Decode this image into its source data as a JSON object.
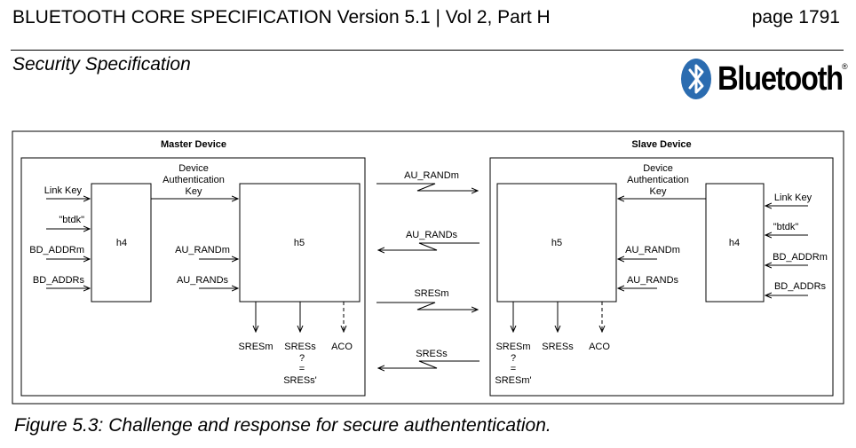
{
  "header": {
    "title": "BLUETOOTH CORE SPECIFICATION Version 5.1 | Vol 2, Part H",
    "page": "page 1791"
  },
  "section": "Security Specification",
  "logo": {
    "text": "Bluetooth",
    "reg": "®"
  },
  "figure": {
    "caption": "Figure 5.3:  Challenge and response for secure authententication.",
    "master": {
      "title": "Master Device",
      "inputs": [
        "Link Key",
        "\"btdk\"",
        "BD_ADDRm",
        "BD_ADDRs"
      ],
      "h4": "h4",
      "dak": [
        "Device",
        "Authentication",
        "Key"
      ],
      "h5": "h5",
      "h5_inputs": [
        "AU_RANDm",
        "AU_RANDs"
      ],
      "outputs": [
        "SRESm",
        "SRESs",
        "ACO"
      ],
      "compare": [
        "?",
        "=",
        "SRESs'"
      ]
    },
    "slave": {
      "title": "Slave Device",
      "inputs": [
        "Link Key",
        "\"btdk\"",
        "BD_ADDRm",
        "BD_ADDRs"
      ],
      "h4": "h4",
      "dak": [
        "Device",
        "Authentication",
        "Key"
      ],
      "h5": "h5",
      "h5_inputs": [
        "AU_RANDm",
        "AU_RANDs"
      ],
      "outputs": [
        "SRESm",
        "SRESs",
        "ACO"
      ],
      "compare": [
        "?",
        "=",
        "SRESm'"
      ]
    },
    "messages": [
      "AU_RANDm",
      "AU_RANDs",
      "SRESm",
      "SRESs"
    ]
  }
}
